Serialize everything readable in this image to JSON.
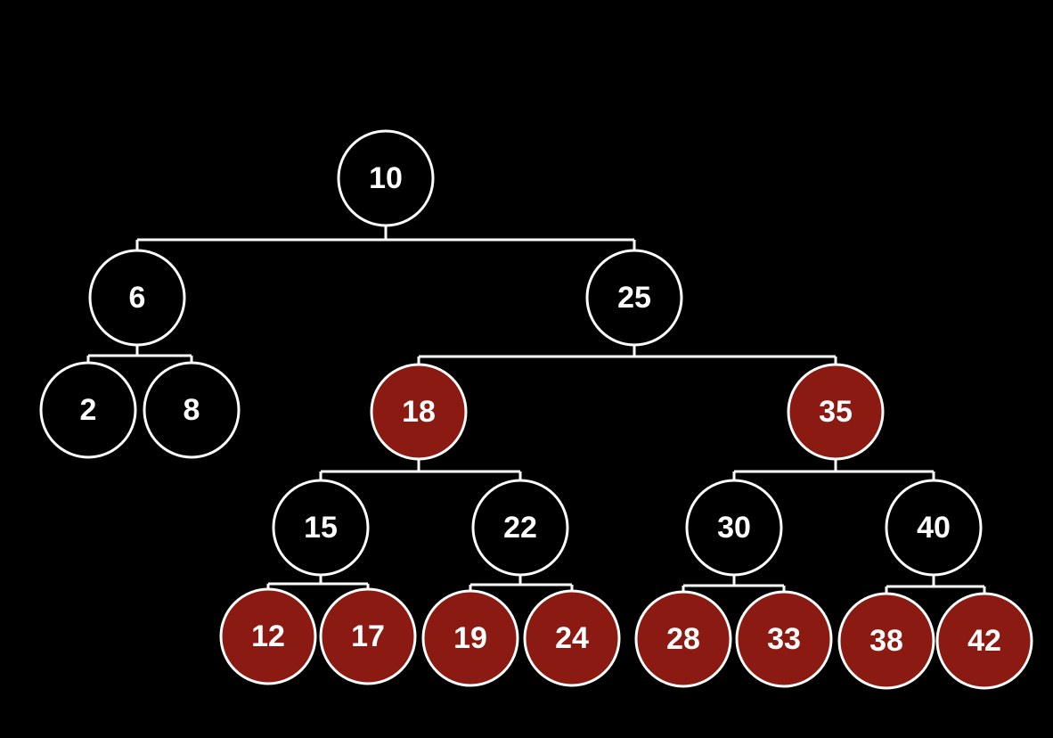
{
  "colors": {
    "background": "#000000",
    "stroke": "#ffffff",
    "red_node_fill": "#8b1a13",
    "black_node_fill": "#000000",
    "label": "#ffffff"
  },
  "tree": {
    "root": 10,
    "nodes": [
      {
        "id": "n10",
        "label": "10",
        "color": "black",
        "parent": null
      },
      {
        "id": "n6",
        "label": "6",
        "color": "black",
        "parent": "n10"
      },
      {
        "id": "n25",
        "label": "25",
        "color": "black",
        "parent": "n10"
      },
      {
        "id": "n2",
        "label": "2",
        "color": "black",
        "parent": "n6"
      },
      {
        "id": "n8",
        "label": "8",
        "color": "black",
        "parent": "n6"
      },
      {
        "id": "n18",
        "label": "18",
        "color": "red",
        "parent": "n25"
      },
      {
        "id": "n35",
        "label": "35",
        "color": "red",
        "parent": "n25"
      },
      {
        "id": "n15",
        "label": "15",
        "color": "black",
        "parent": "n18"
      },
      {
        "id": "n22",
        "label": "22",
        "color": "black",
        "parent": "n18"
      },
      {
        "id": "n30",
        "label": "30",
        "color": "black",
        "parent": "n35"
      },
      {
        "id": "n40",
        "label": "40",
        "color": "black",
        "parent": "n35"
      },
      {
        "id": "n12",
        "label": "12",
        "color": "red",
        "parent": "n15"
      },
      {
        "id": "n17",
        "label": "17",
        "color": "red",
        "parent": "n15"
      },
      {
        "id": "n19",
        "label": "19",
        "color": "red",
        "parent": "n22"
      },
      {
        "id": "n24",
        "label": "24",
        "color": "red",
        "parent": "n22"
      },
      {
        "id": "n28",
        "label": "28",
        "color": "red",
        "parent": "n30"
      },
      {
        "id": "n33",
        "label": "33",
        "color": "red",
        "parent": "n30"
      },
      {
        "id": "n38",
        "label": "38",
        "color": "red",
        "parent": "n40"
      },
      {
        "id": "n42",
        "label": "42",
        "color": "red",
        "parent": "n40"
      }
    ]
  }
}
